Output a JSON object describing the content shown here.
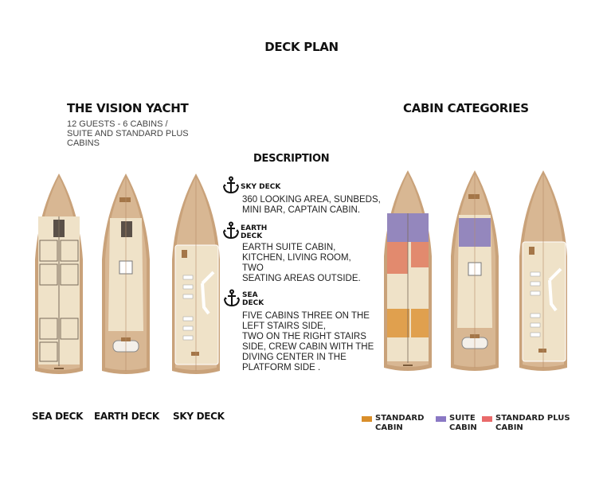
{
  "page": {
    "title": "DECK PLAN",
    "yacht": {
      "name": "THE VISION YACHT",
      "subtitle": "12 GUESTS - 6 CABINS /\nSUITE AND STANDARD PLUS\nCABINS"
    },
    "cabin_categories_title": "CABIN CATEGORIES",
    "description_title": "DESCRIPTION"
  },
  "description": [
    {
      "icon": "anchor-icon",
      "heading": "SKY DECK",
      "text": "360 LOOKING AREA, SUNBEDS,\nMINI BAR, CAPTAIN CABIN."
    },
    {
      "icon": "anchor-icon",
      "heading": "EARTH\nDECK",
      "text": "EARTH SUITE CABIN,\nKITCHEN, LIVING ROOM,\nTWO\nSEATING AREAS OUTSIDE."
    },
    {
      "icon": "anchor-icon",
      "heading": "SEA\nDECK",
      "text": "FIVE CABINS THREE ON THE\nLEFT STAIRS SIDE,\n TWO ON THE RIGHT STAIRS\nSIDE, CREW CABIN WITH THE\nDIVING CENTER IN THE\nPLATFORM SIDE  ."
    }
  ],
  "deck_labels": [
    "SEA DECK",
    "EARTH DECK",
    "SKY DECK"
  ],
  "legend": [
    {
      "label": "STANDARD\nCABIN",
      "color": "#d98e2a"
    },
    {
      "label": "SUITE\nCABIN",
      "color": "#8a78c4"
    },
    {
      "label": "STANDARD PLUS\nCABIN",
      "color": "#e96a6a"
    }
  ],
  "colors": {
    "wood": "#c9a27a",
    "wood_light": "#d8b793",
    "interior": "#efe2c8",
    "standard": "#e0a04e",
    "suite": "#9487bd",
    "standard_plus": "#e28a6e"
  }
}
